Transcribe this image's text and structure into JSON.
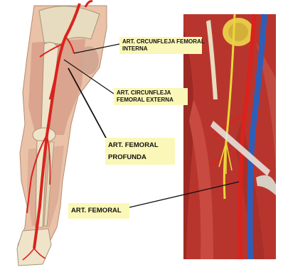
{
  "labels": {
    "circunfleja_interna": {
      "line1": "ART. CRCUNFLEJA FEMORAL",
      "line2": "INTERNA"
    },
    "circunfleja_externa": {
      "line1": "ART. CIRCUNFLEJA",
      "line2": "FEMORAL EXTERNA"
    },
    "femoral_profunda": {
      "line1": "ART. FEMORAL",
      "line2": "PROFUNDA"
    },
    "femoral": {
      "line1": "ART. FEMORAL"
    }
  },
  "colors": {
    "label_background": "#fbf7b8",
    "artery": "#d9231c",
    "muscle": "#b8352e",
    "vein": "#2e5fb8",
    "nerve": "#e8d83a",
    "bone": "#e8dcc0",
    "skin": "#e9c2a8"
  }
}
